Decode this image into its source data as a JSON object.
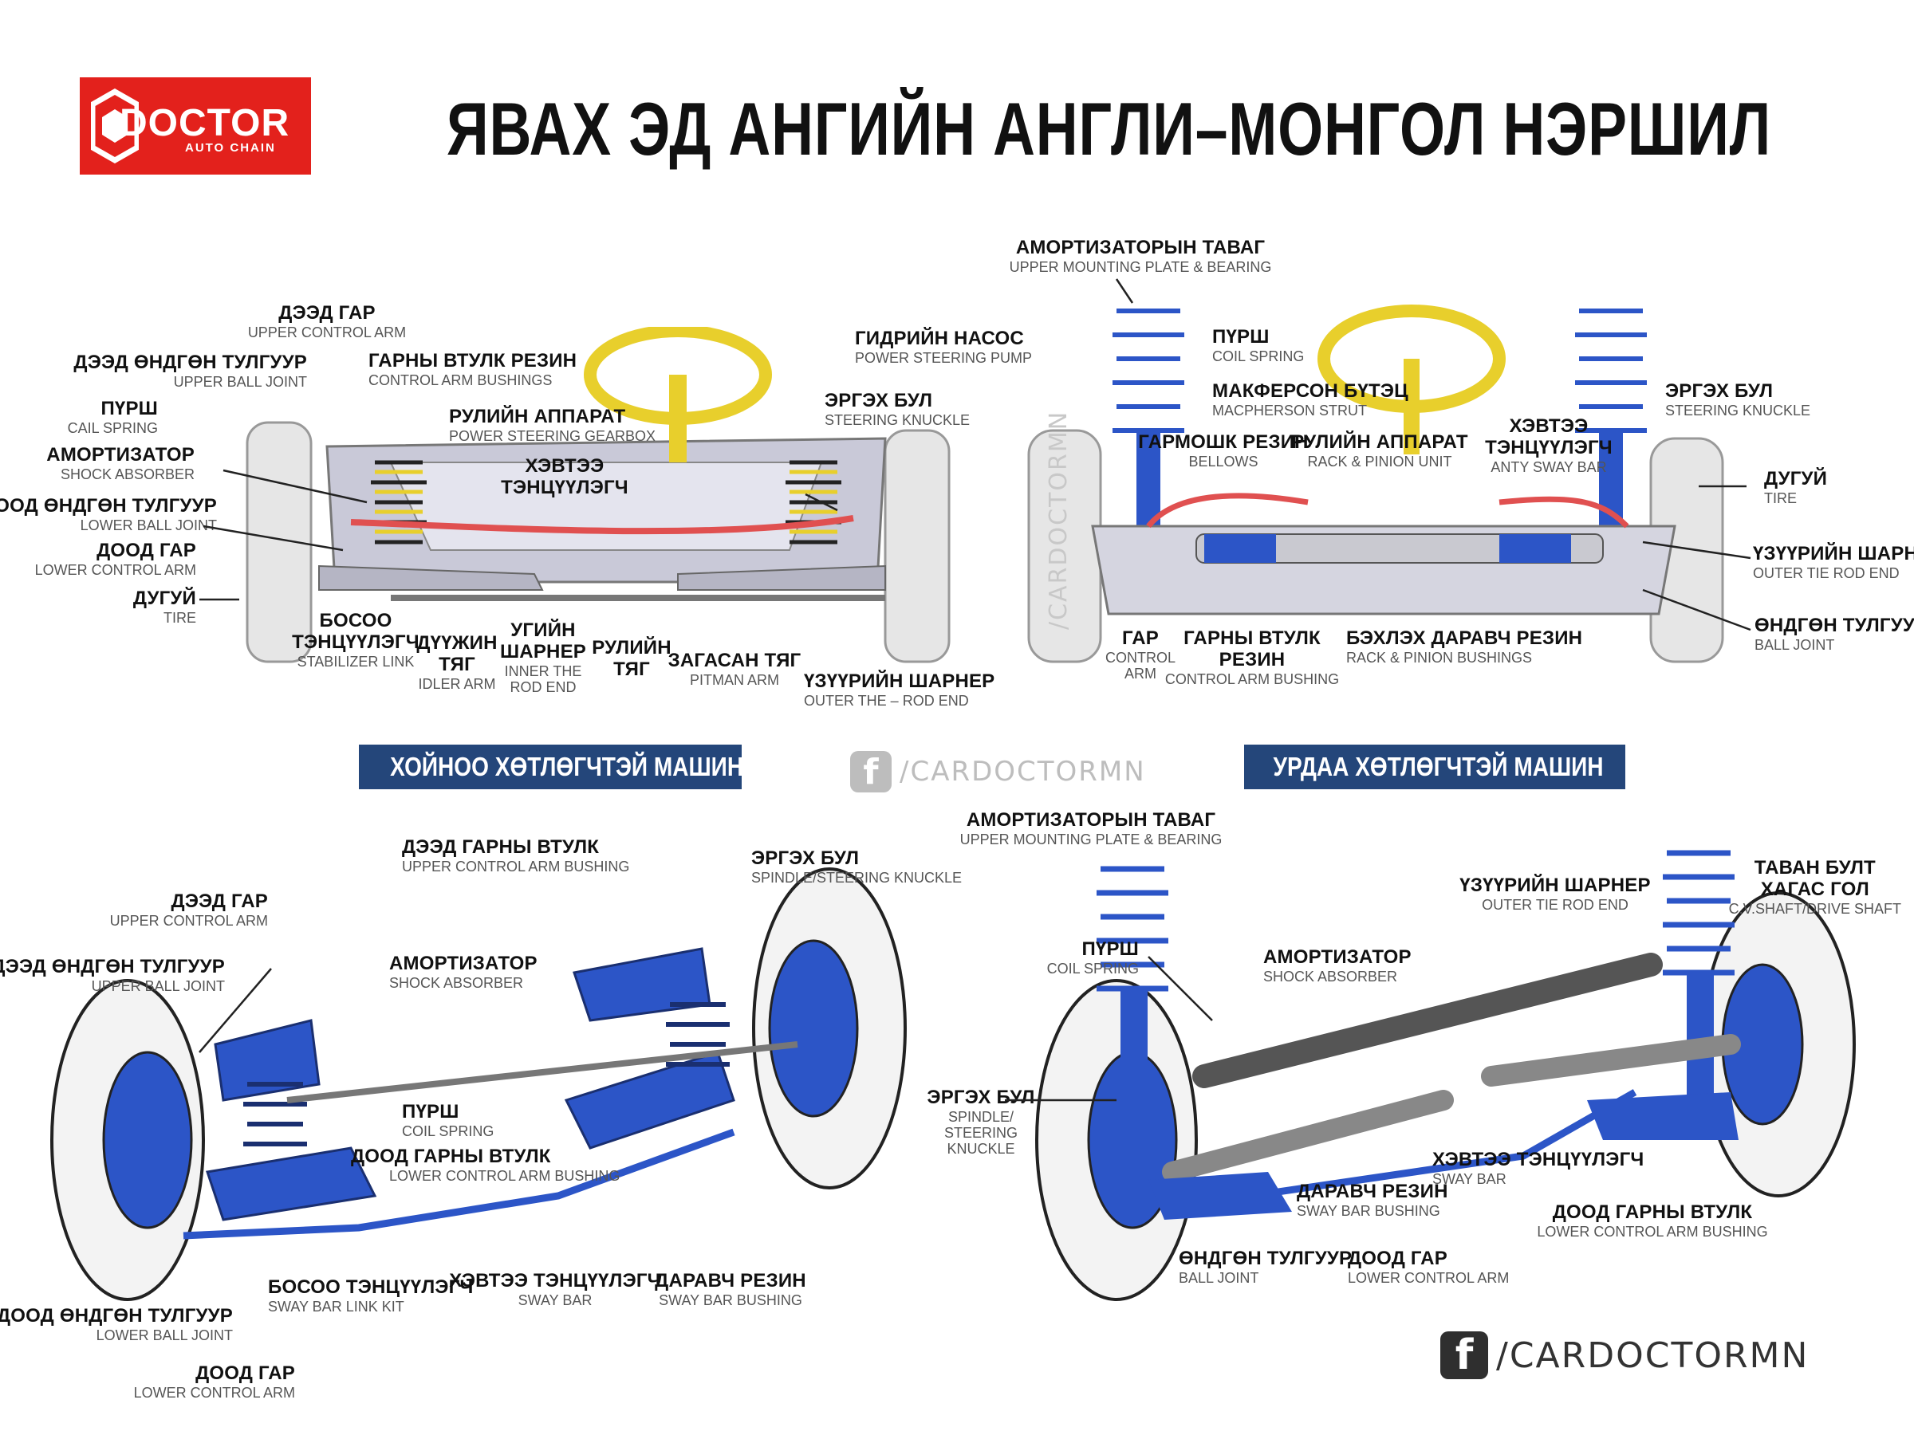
{
  "logo": {
    "name": "DOCTOR",
    "sub": "AUTO CHAIN"
  },
  "title": "ЯВАХ ЭД АНГИЙН АНГЛИ–МОНГОЛ НЭРШИЛ",
  "banners": {
    "rwd": "ХОЙНОО ХӨТЛӨГЧТЭЙ МАШИН",
    "fwd": "УРДАА ХӨТЛӨГЧТЭЙ МАШИН"
  },
  "social": {
    "handle": "/CARDOCTORMN",
    "vertical": "/CARDOCTORMN",
    "fb_glyph": "f"
  },
  "colors": {
    "brand_red": "#e3211c",
    "banner_blue": "#24467a",
    "part_blue": "#2c55c7",
    "wheel_yellow": "#e8cf2c",
    "rod_red": "#e05050"
  },
  "rwd_top": {
    "l1": {
      "mn": "ДЭЭД ГАР",
      "en": "UPPER CONTROL ARM"
    },
    "l2": {
      "mn": "ДЭЭД ӨНДГӨН ТУЛГУУР",
      "en": "UPPER BALL JOINT"
    },
    "l3": {
      "mn": "ГАРНЫ ВТУЛК РЕЗИН",
      "en": "CONTROL ARM BUSHINGS"
    },
    "l4": {
      "mn": "ПҮРШ",
      "en": "CAIL SPRING"
    },
    "l5": {
      "mn": "РУЛИЙН АППАРАТ",
      "en": "POWER STEERING GEARBOX"
    },
    "l6": {
      "mn": "АМОРТИЗАТОР",
      "en": "SHOCK ABSORBER"
    },
    "l7": {
      "mn": "ХЭВТЭЭ",
      "mn2": "ТЭНЦҮҮЛЭГЧ"
    },
    "l8": {
      "mn": "ДООД ӨНДГӨН ТУЛГУУР",
      "en": "LOWER BALL JOINT"
    },
    "l9": {
      "mn": "ДООД ГАР",
      "en": "LOWER CONTROL ARM"
    },
    "l10": {
      "mn": "ДУГУЙ",
      "en": "TIRE"
    },
    "l11": {
      "mn": "БОСОО",
      "mn2": "ТЭНЦҮҮЛЭГЧ",
      "en": "STABILIZER LINK"
    },
    "l12": {
      "mn": "ДҮҮЖИН",
      "mn2": "ТЯГ",
      "en": "IDLER ARM"
    },
    "l13": {
      "mn": "УГИЙН",
      "mn2": "ШАРНЕР",
      "en": "INNER THE",
      "en2": "ROD END"
    },
    "l14": {
      "mn": "РУЛИЙН",
      "mn2": "ТЯГ"
    },
    "l15": {
      "mn": "ЗАГАСАН ТЯГ",
      "en": "PITMAN ARM"
    },
    "l16": {
      "mn": "ГИДРИЙН НАСОС",
      "en": "POWER STEERING PUMP"
    },
    "l17": {
      "mn": "ЭРГЭХ БУЛ",
      "en": "STEERING KNUCKLE"
    },
    "l18": {
      "mn": "ҮЗҮҮРИЙН ШАРНЕР",
      "en": "OUTER THE – ROD END"
    }
  },
  "fwd_top": {
    "l1": {
      "mn": "АМОРТИЗАТОРЫН ТАВАГ",
      "en": "UPPER MOUNTING PLATE & BEARING"
    },
    "l2": {
      "mn": "ПҮРШ",
      "en": "COIL SPRING"
    },
    "l3": {
      "mn": "МАКФЕРСОН БҮТЭЦ",
      "en": "MACPHERSON STRUT"
    },
    "l4": {
      "mn": "ГАРМОШК РЕЗИН",
      "en": "BELLOWS"
    },
    "l5": {
      "mn": "РУЛИЙН АППАРАТ",
      "en": "RACK & PINION UNIT"
    },
    "l6": {
      "mn": "ХЭВТЭЭ",
      "mn2": "ТЭНЦҮҮЛЭГЧ",
      "en": "ANTY SWAY BAR"
    },
    "l7": {
      "mn": "ЭРГЭХ БУЛ",
      "en": "STEERING KNUCKLE"
    },
    "l8": {
      "mn": "ДУГУЙ",
      "en": "TIRE"
    },
    "l9": {
      "mn": "ҮЗҮҮРИЙН ШАРНЕР",
      "en": "OUTER TIE ROD END"
    },
    "l10": {
      "mn": "ӨНДГӨН ТУЛГУУР",
      "en": "BALL JOINT"
    },
    "l11": {
      "mn": "ГАР",
      "en": "CONTROL",
      "en2": "ARM"
    },
    "l12": {
      "mn": "ГАРНЫ ВТУЛК",
      "mn2": "РЕЗИН",
      "en": "CONTROL ARM BUSHING"
    },
    "l13": {
      "mn": "БЭХЛЭХ ДАРАВЧ РЕЗИН",
      "en": "RACK & PINION BUSHINGS"
    }
  },
  "rwd_bottom": {
    "l1": {
      "mn": "ДЭЭД ГАРНЫ ВТУЛК",
      "en": "UPPER CONTROL ARM BUSHING"
    },
    "l2": {
      "mn": "ЭРГЭХ БУЛ",
      "en": "SPINDLE/STEERING KNUCKLE"
    },
    "l3": {
      "mn": "ДЭЭД ГАР",
      "en": "UPPER CONTROL ARM"
    },
    "l4": {
      "mn": "ДЭЭД ӨНДГӨН ТУЛГУУР",
      "en": "UPPER BALL JOINT"
    },
    "l5": {
      "mn": "АМОРТИЗАТОР",
      "en": "SHOCK ABSORBER"
    },
    "l6": {
      "mn": "ПҮРШ",
      "en": "COIL SPRING"
    },
    "l7": {
      "mn": "ДООД ГАРНЫ ВТУЛК",
      "en": "LOWER CONTROL ARM BUSHING"
    },
    "l8": {
      "mn": "БОСОО ТЭНЦҮҮЛЭГЧ",
      "en": "SWAY BAR LINK KIT"
    },
    "l9": {
      "mn": "ХЭВТЭЭ ТЭНЦҮҮЛЭГЧ",
      "en": "SWAY BAR"
    },
    "l10": {
      "mn": "ДАРАВЧ РЕЗИН",
      "en": "SWAY BAR BUSHING"
    },
    "l11": {
      "mn": "ДООД ӨНДГӨН ТУЛГУУР",
      "en": "LOWER BALL JOINT"
    },
    "l12": {
      "mn": "ДООД ГАР",
      "en": "LOWER CONTROL ARM"
    }
  },
  "fwd_bottom": {
    "l1": {
      "mn": "АМОРТИЗАТОРЫН ТАВАГ",
      "en": "UPPER MOUNTING PLATE & BEARING"
    },
    "l2": {
      "mn": "ТАВАН БУЛТ",
      "mn2": "ХАГАС ГОЛ",
      "en": "C.V.SHAFT/DRIVE SHAFT"
    },
    "l3": {
      "mn": "ҮЗҮҮРИЙН ШАРНЕР",
      "en": "OUTER TIE ROD END"
    },
    "l4": {
      "mn": "ПҮРШ",
      "en": "COIL SPRING"
    },
    "l5": {
      "mn": "АМОРТИЗАТОР",
      "en": "SHOCK ABSORBER"
    },
    "l6": {
      "mn": "ЭРГЭХ БУЛ",
      "en": "SPINDLE/",
      "en2": "STEERING",
      "en3": "KNUCKLE"
    },
    "l7": {
      "mn": "ХЭВТЭЭ ТЭНЦҮҮЛЭГЧ",
      "en": "SWAY BAR"
    },
    "l8": {
      "mn": "ДАРАВЧ РЕЗИН",
      "en": "SWAY BAR BUSHING"
    },
    "l9": {
      "mn": "ДООД ГАРНЫ ВТУЛК",
      "en": "LOWER CONTROL ARM BUSHING"
    },
    "l10": {
      "mn": "ӨНДГӨН ТУЛГУУР",
      "en": "BALL JOINT"
    },
    "l11": {
      "mn": "ДООД ГАР",
      "en": "LOWER CONTROL ARM"
    }
  }
}
